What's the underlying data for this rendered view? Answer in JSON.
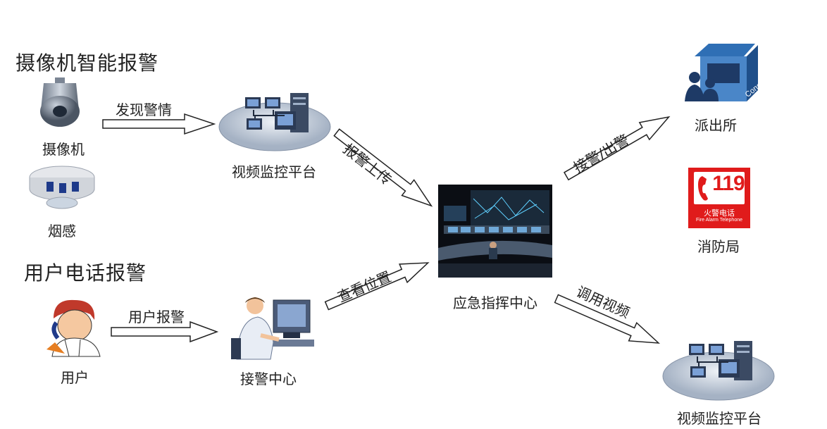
{
  "headings": {
    "camera_alarm": "摄像机智能报警",
    "phone_alarm": "用户电话报警"
  },
  "nodes": {
    "camera": "摄像机",
    "smoke": "烟感",
    "video_platform_1": "视频监控平台",
    "user": "用户",
    "alarm_center": "接警中心",
    "command_center": "应急指挥中心",
    "police_station": "派出所",
    "fire_bureau": "消防局",
    "video_platform_2": "视频监控平台"
  },
  "arrows": {
    "discover": "发现警情",
    "report_upload": "报警上传",
    "user_report": "用户报警",
    "check_location": "查看位置",
    "dispatch": "接警/出警",
    "call_video": "调用视频"
  },
  "fire_sign": {
    "number": "119",
    "title": "火警电话",
    "subtitle": "Fire Alarm Telephone",
    "color": "#e01b1b"
  },
  "police_sign": "Consultant"
}
